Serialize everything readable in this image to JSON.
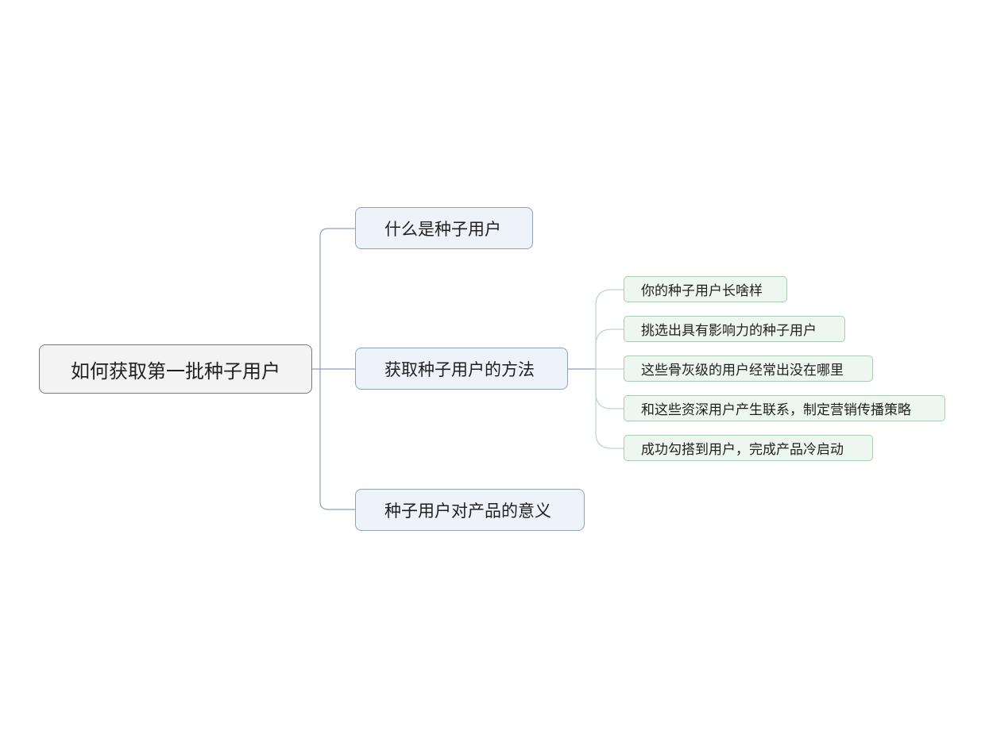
{
  "mindmap": {
    "root": "如何获取第一批种子用户",
    "branches": [
      {
        "label": "什么是种子用户",
        "children": []
      },
      {
        "label": "获取种子用户的方法",
        "children": [
          "你的种子用户长啥样",
          "挑选出具有影响力的种子用户",
          "这些骨灰级的用户经常出没在哪里",
          "和这些资深用户产生联系，制定营销传播策略",
          "成功勾搭到用户，完成产品冷启动"
        ]
      },
      {
        "label": "种子用户对产品的意义",
        "children": []
      }
    ]
  },
  "colors": {
    "root_border": "#7a7a7a",
    "root_fill": "#f3f3f3",
    "branch_border": "#8aa4bd",
    "branch_fill": "#eef3f9",
    "leaf_border": "#a9cdb3",
    "leaf_fill": "#eef6f0",
    "branch_connector": "#8aa4bd",
    "leaf_connector": "#b9d6c1"
  }
}
